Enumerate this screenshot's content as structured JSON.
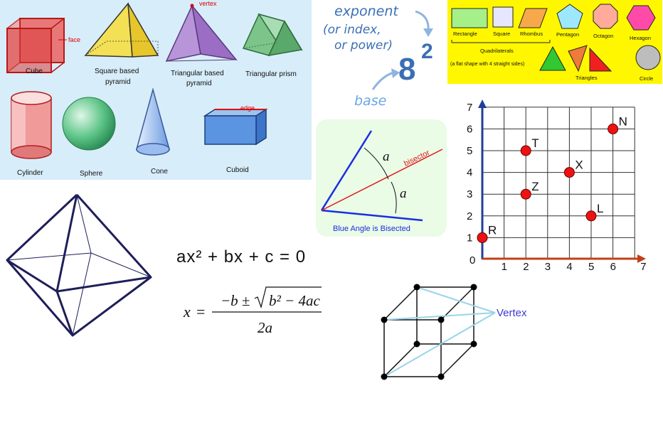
{
  "solids": {
    "cube": "Cube",
    "face": "face",
    "square_pyramid": [
      "Square based",
      "pyramid"
    ],
    "vertex": "vertex",
    "triangular_pyramid": [
      "Triangular based",
      "pyramid"
    ],
    "triangular_prism": "Triangular prism",
    "cylinder": "Cylinder",
    "sphere": "Sphere",
    "cone": "Cone",
    "cuboid": "Cuboid",
    "edge": "edge"
  },
  "exponent": {
    "title": "exponent",
    "line2": "(or index,",
    "line3": "or power)",
    "base_digit": "8",
    "power_digit": "2",
    "base_label": "base"
  },
  "shapes_2d": {
    "rectangle": "Rectangle",
    "square": "Square",
    "rhombus": "Rhombus",
    "pentagon": "Pentagon",
    "octagon": "Octagon",
    "hexagon": "Hexagon",
    "quadrilaterals": "Quadrilaterals",
    "quad_note": "(a flat shape with 4 straight sides)",
    "triangles": "Triangles",
    "circle": "Circle"
  },
  "bisector": {
    "angle_top": "a",
    "angle_bottom": "a",
    "bisector_label": "bisector",
    "caption": "Blue Angle is Bisected"
  },
  "equation": {
    "quadratic": "ax² + bx + c = 0",
    "x": "x",
    "equals": "=",
    "numerator_left": "−b ±",
    "radicand": "b² − 4ac",
    "denominator": "2a"
  },
  "cube_vertex": {
    "label": "Vertex"
  },
  "chart_data": {
    "type": "scatter",
    "x_ticks": [
      "0",
      "1",
      "2",
      "3",
      "4",
      "5",
      "6",
      "7"
    ],
    "y_ticks": [
      "1",
      "2",
      "3",
      "4",
      "5",
      "6",
      "7"
    ],
    "xlim": [
      0,
      7
    ],
    "ylim": [
      0,
      7
    ],
    "grid": true,
    "points": [
      {
        "label": "R",
        "x": 0,
        "y": 1
      },
      {
        "label": "T",
        "x": 2,
        "y": 5
      },
      {
        "label": "Z",
        "x": 2,
        "y": 3
      },
      {
        "label": "X",
        "x": 4,
        "y": 4
      },
      {
        "label": "L",
        "x": 5,
        "y": 2
      },
      {
        "label": "N",
        "x": 6,
        "y": 6
      }
    ],
    "colors": {
      "axis": "#1f3f9a",
      "x_axis": "#c0401a",
      "point": "#ee1111"
    }
  }
}
